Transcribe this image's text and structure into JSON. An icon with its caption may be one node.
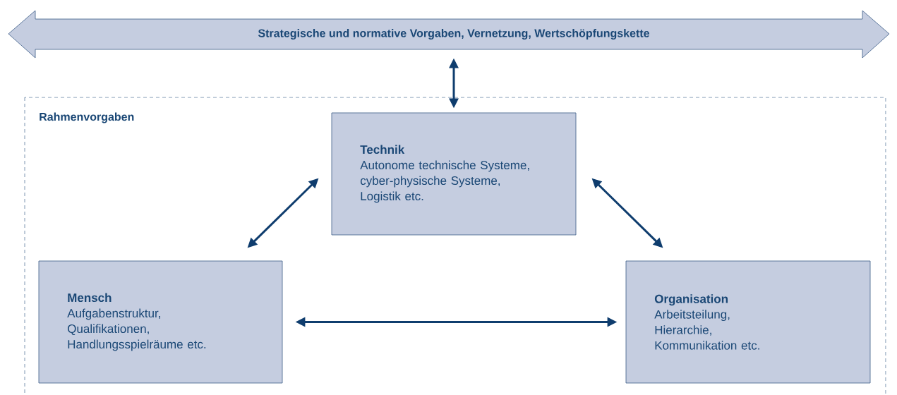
{
  "diagram": {
    "nodes": [
      {
        "text": [
          "Strategische und normative Vorgaben, Vernetzung, Wertschöpfungskette"
        ]
      },
      {
        "text": [
          "Rahmenvorgaben"
        ]
      },
      {
        "text": [
          "Technik",
          "Autonome technische Systeme, cyber-physische Systeme, Logistik etc."
        ],
        "in": 1
      },
      {
        "text": [
          "Mensch",
          "Aufgabenstruktur, Qualifikationen, Handlungsspielräume etc."
        ],
        "in": 1
      },
      {
        "text": [
          "Organisation",
          "Arbeitsteilung, Hierarchie, Kommunikation etc."
        ],
        "in": 1
      }
    ],
    "edges": [
      {
        "from": 0,
        "to": 2,
        "arrow": "both"
      },
      {
        "from": 2,
        "to": 3,
        "arrow": "both"
      },
      {
        "from": 2,
        "to": 4,
        "arrow": "both"
      },
      {
        "from": 3,
        "to": 4,
        "arrow": "both"
      }
    ]
  }
}
